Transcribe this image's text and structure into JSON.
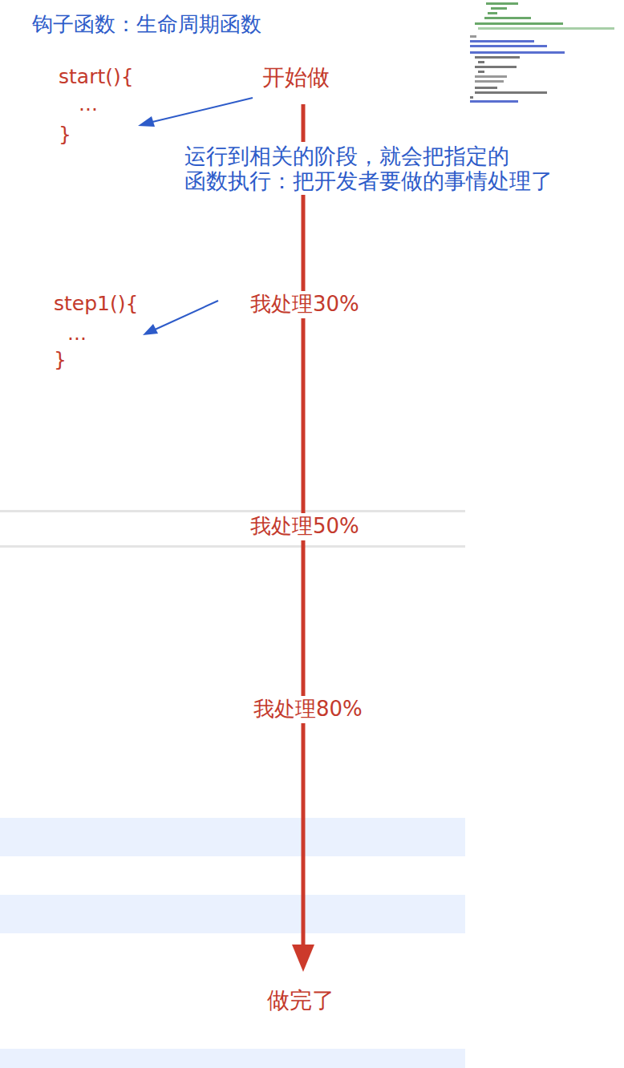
{
  "diagram": {
    "title": "钩子函数：生命周期函数",
    "labels": [
      "start(){",
      "...",
      "}",
      "开始做",
      "运行到相关的阶段，就会把指定的 函数执行：把开发者要做的事情处理了",
      "step1(){",
      "...",
      "}",
      "我处理30%",
      "我处理50%",
      "我处理80%",
      "做完了"
    ]
  }
}
